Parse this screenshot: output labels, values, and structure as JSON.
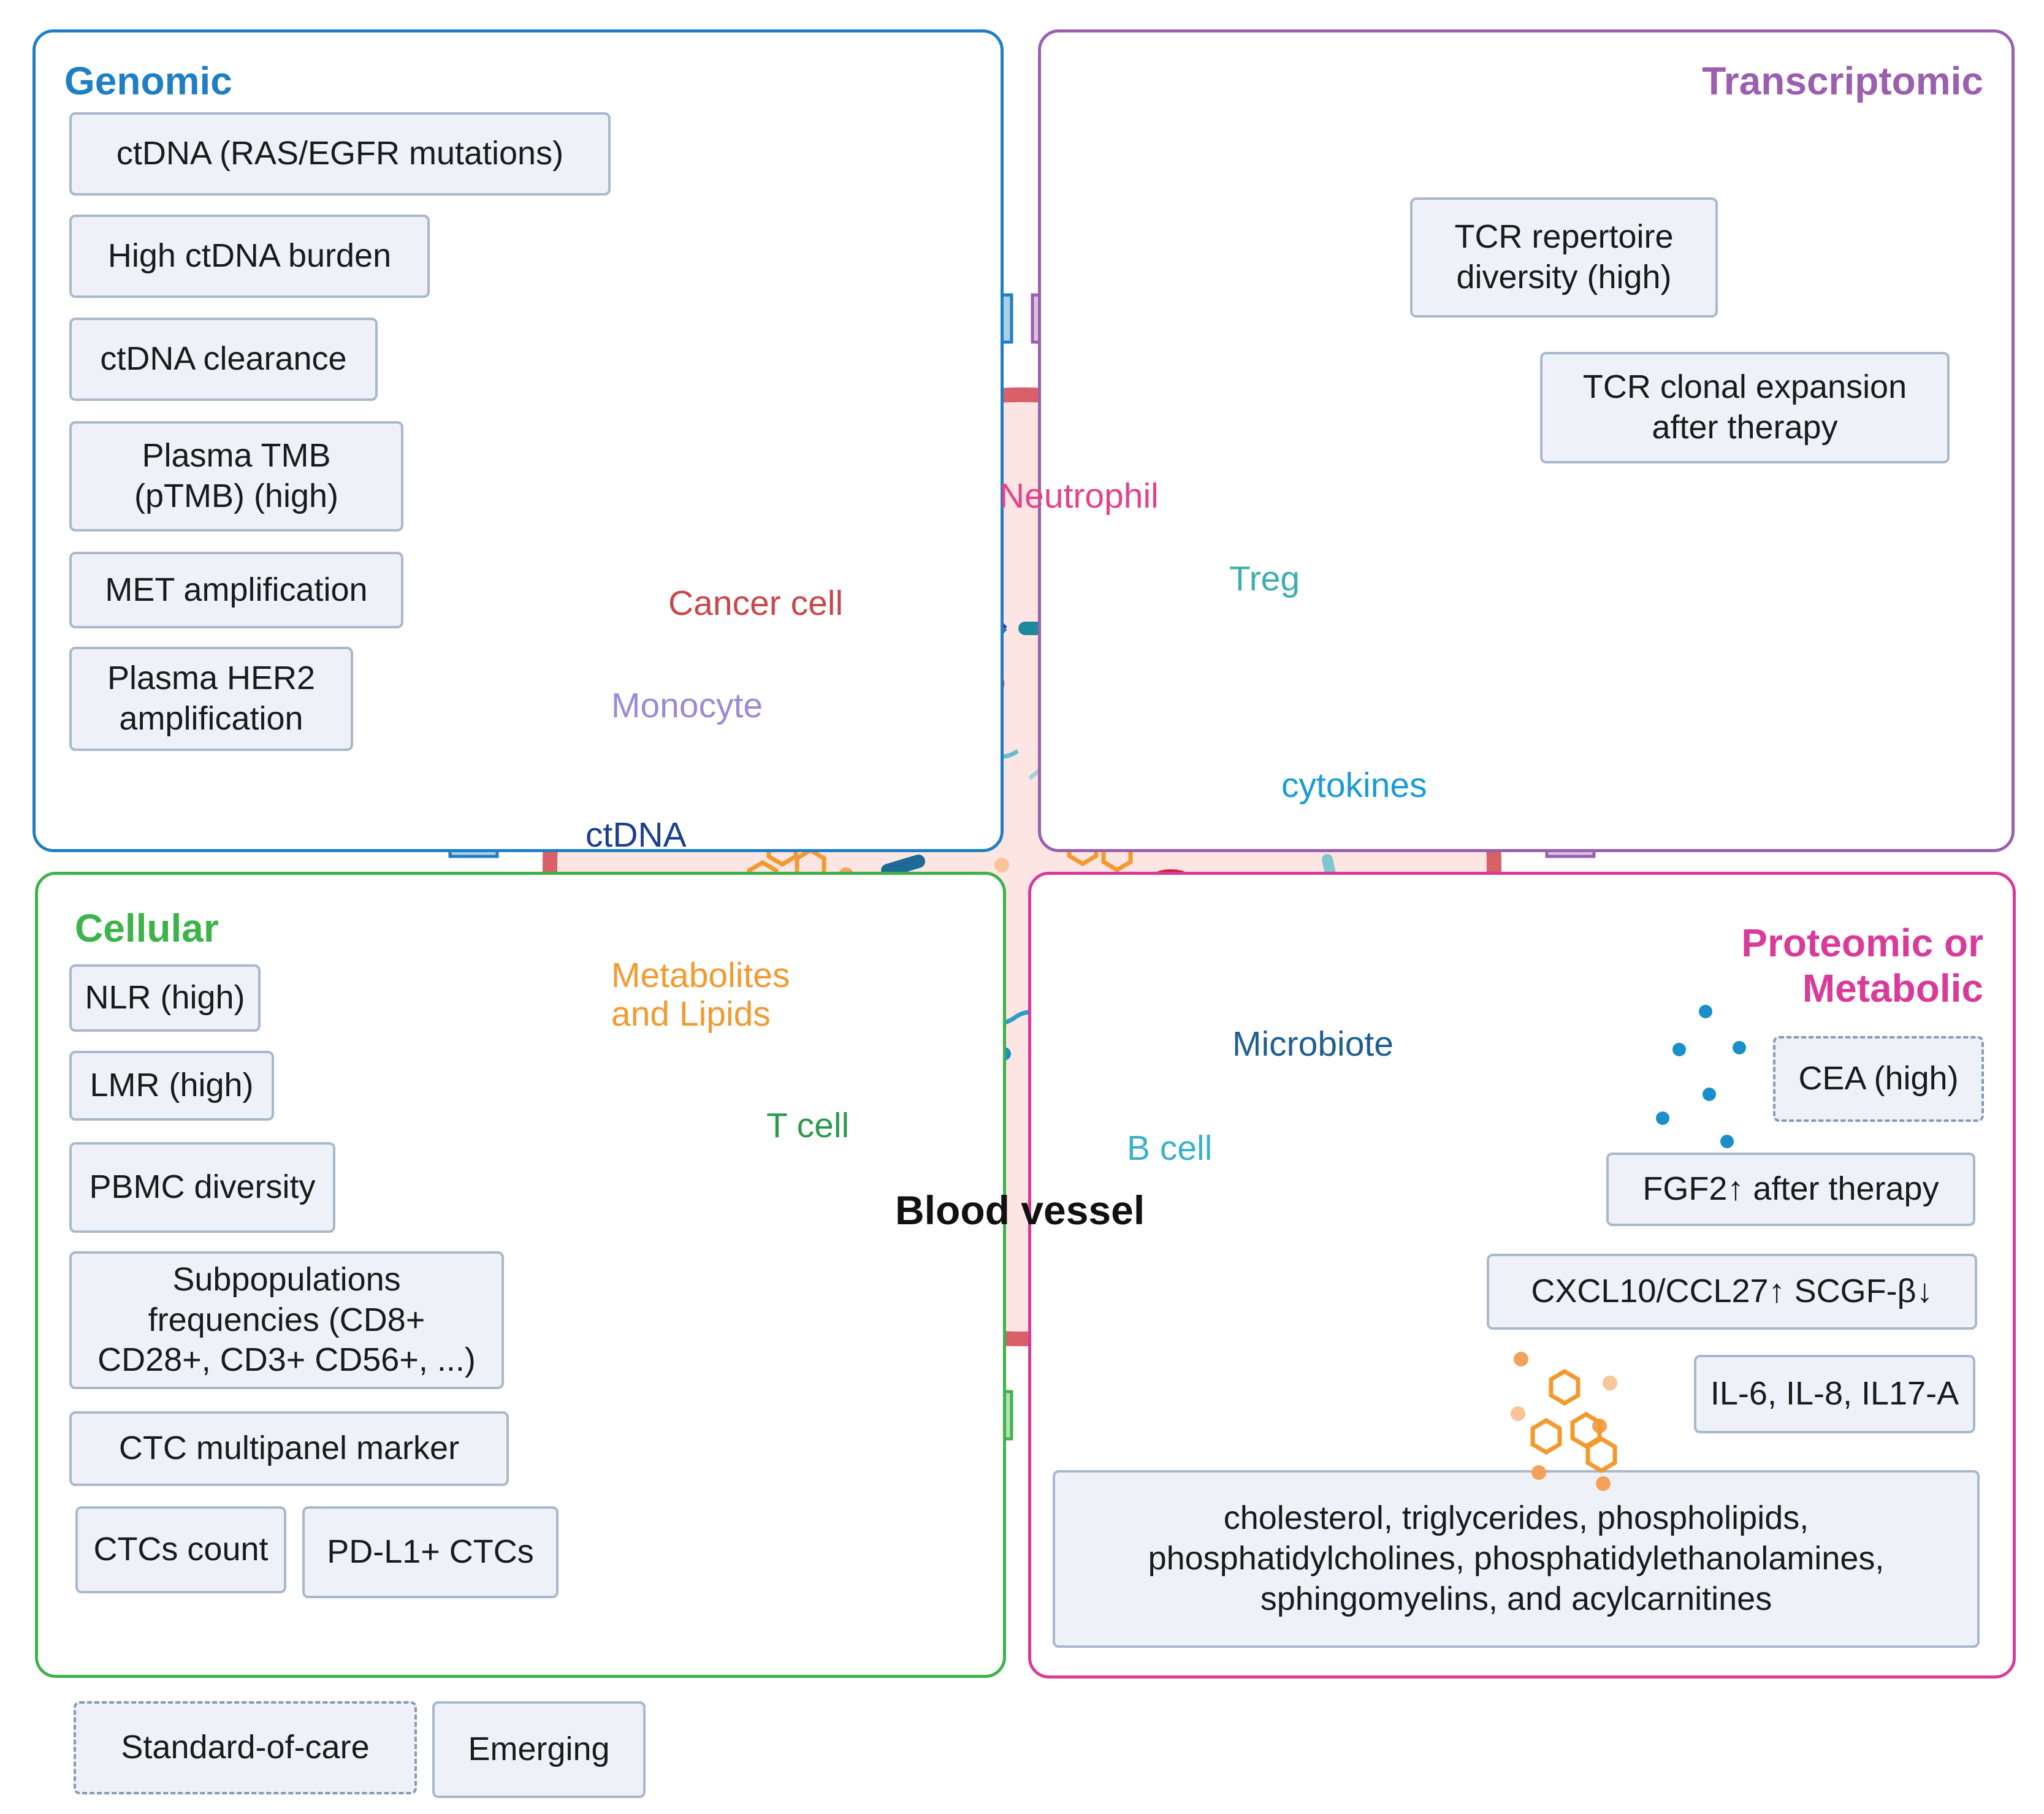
{
  "genomic": {
    "title": "Genomic",
    "items": [
      "ctDNA (RAS/EGFR mutations)",
      "High ctDNA burden",
      "ctDNA clearance",
      "Plasma TMB\n(pTMB) (high)",
      "MET amplification",
      "Plasma HER2\namplification"
    ]
  },
  "transcriptomic": {
    "title": "Transcriptomic",
    "items": [
      "TCR repertoire\ndiversity (high)",
      "TCR clonal expansion\nafter therapy"
    ]
  },
  "cellular": {
    "title": "Cellular",
    "items": [
      "NLR (high)",
      "LMR (high)",
      "PBMC diversity",
      "Subpopulations\nfrequencies (CD8+\nCD28+, CD3+ CD56+, ...)",
      "CTC multipanel marker",
      "CTCs count",
      "PD-L1+ CTCs"
    ]
  },
  "proteomic": {
    "title": "Proteomic or\nMetabolic",
    "items": [
      "CEA (high)",
      "FGF2↑ after therapy",
      "CXCL10/CCL27↑ SCGF-β↓",
      "IL-6, IL-8, IL17-A",
      "cholesterol, triglycerides, phospholipids,\nphosphatidylcholines, phosphatidylethanolamines,\nsphingomyelins, and acylcarnitines"
    ]
  },
  "vessel": {
    "title": "Blood vessel",
    "labels": {
      "neutrophil": "Neutrophil",
      "cancer_cell": "Cancer cell",
      "treg": "Treg",
      "monocyte": "Monocyte",
      "cytokines": "cytokines",
      "ctdna": "ctDNA",
      "metabolites": "Metabolites\nand Lipids",
      "microbiote": "Microbiote",
      "t_cell": "T cell",
      "b_cell": "B cell"
    }
  },
  "legend": {
    "standard": "Standard-of-care",
    "emerging": "Emerging"
  },
  "colors": {
    "genomic": "#1f7fc4",
    "transcriptomic": "#9b5fb0",
    "cellular": "#3db34a",
    "proteomic": "#d83b9a",
    "vessel_ring": "#d96066",
    "vessel_fill": "#fde5e4"
  }
}
